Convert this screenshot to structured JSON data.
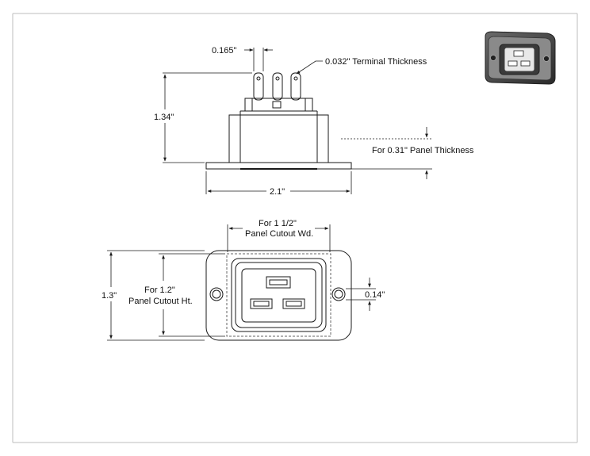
{
  "drawing": {
    "side_view": {
      "pin_spacing_label": "0.165\"",
      "terminal_thickness_label": "0.032\" Terminal Thickness",
      "height_label": "1.34\"",
      "panel_thickness_label": "For 0.31\" Panel Thickness",
      "width_label": "2.1\""
    },
    "front_view": {
      "cutout_width_line1": "For 1 1/2\"",
      "cutout_width_line2": "Panel Cutout Wd.",
      "height_label": "1.3\"",
      "cutout_height_line1": "For 1.2\"",
      "cutout_height_line2": "Panel Cutout Ht.",
      "hole_label": "0.14\""
    }
  },
  "colors": {
    "line": "#1a1a1a",
    "thumbnail_body": "#4a4a4a",
    "thumbnail_face": "#2e2e2e"
  }
}
